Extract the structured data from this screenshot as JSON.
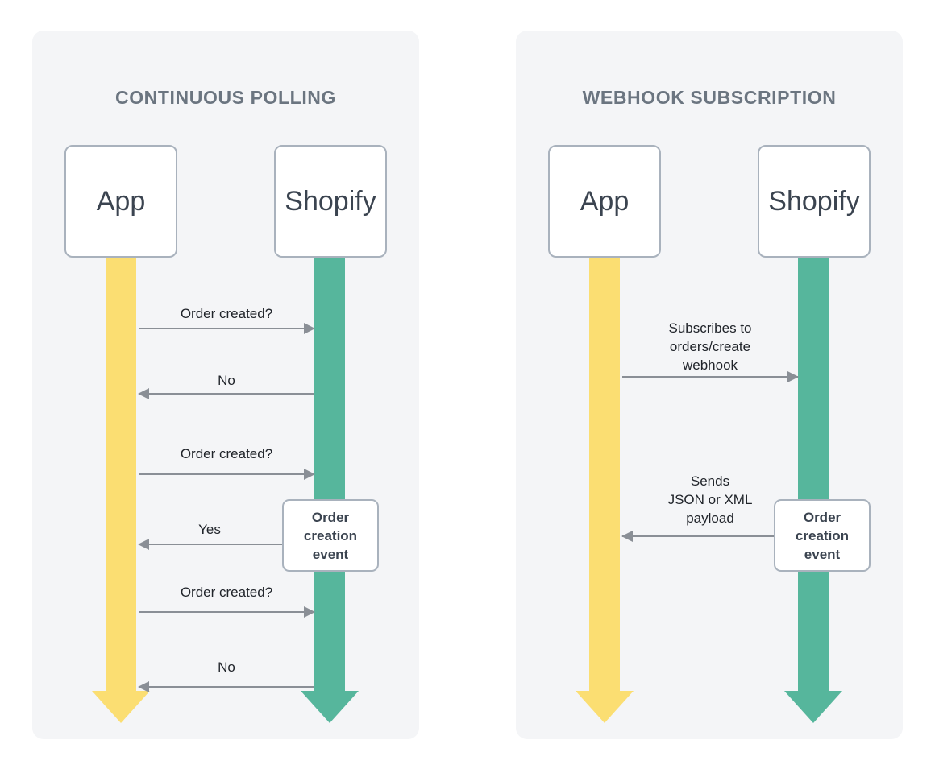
{
  "colors": {
    "page_background": "#ffffff",
    "panel_background": "#f4f5f7",
    "app_lifeline": "#fbde72",
    "shopify_lifeline": "#56b69c",
    "arrow": "#8a8f96",
    "title_text": "#6b7580",
    "box_border": "#a9b2bd",
    "box_text": "#3b4450"
  },
  "panels": [
    {
      "id": "continuous-polling",
      "title": "CONTINUOUS POLLING",
      "actors": [
        {
          "id": "app",
          "label": "App",
          "lifeline_color": "#fbde72"
        },
        {
          "id": "shopify",
          "label": "Shopify",
          "lifeline_color": "#56b69c"
        }
      ],
      "messages": [
        {
          "id": "m1",
          "label": "Order created?",
          "direction": "app-to-shopify"
        },
        {
          "id": "m2",
          "label": "No",
          "direction": "shopify-to-app"
        },
        {
          "id": "m3",
          "label": "Order created?",
          "direction": "app-to-shopify"
        },
        {
          "id": "m4",
          "label": "Yes",
          "direction": "shopify-to-app"
        },
        {
          "id": "m5",
          "label": "Order created?",
          "direction": "app-to-shopify"
        },
        {
          "id": "m6",
          "label": "No",
          "direction": "shopify-to-app"
        }
      ],
      "event_box": {
        "id": "order-creation-event",
        "label": "Order\ncreation\nevent"
      }
    },
    {
      "id": "webhook-subscription",
      "title": "WEBHOOK SUBSCRIPTION",
      "actors": [
        {
          "id": "app",
          "label": "App",
          "lifeline_color": "#fbde72"
        },
        {
          "id": "shopify",
          "label": "Shopify",
          "lifeline_color": "#56b69c"
        }
      ],
      "messages": [
        {
          "id": "w1",
          "label": "Subscribes to\norders/create\nwebhook",
          "direction": "app-to-shopify"
        },
        {
          "id": "w2",
          "label": "Sends\nJSON or XML\npayload",
          "direction": "shopify-to-app"
        }
      ],
      "event_box": {
        "id": "order-creation-event",
        "label": "Order\ncreation\nevent"
      }
    }
  ]
}
